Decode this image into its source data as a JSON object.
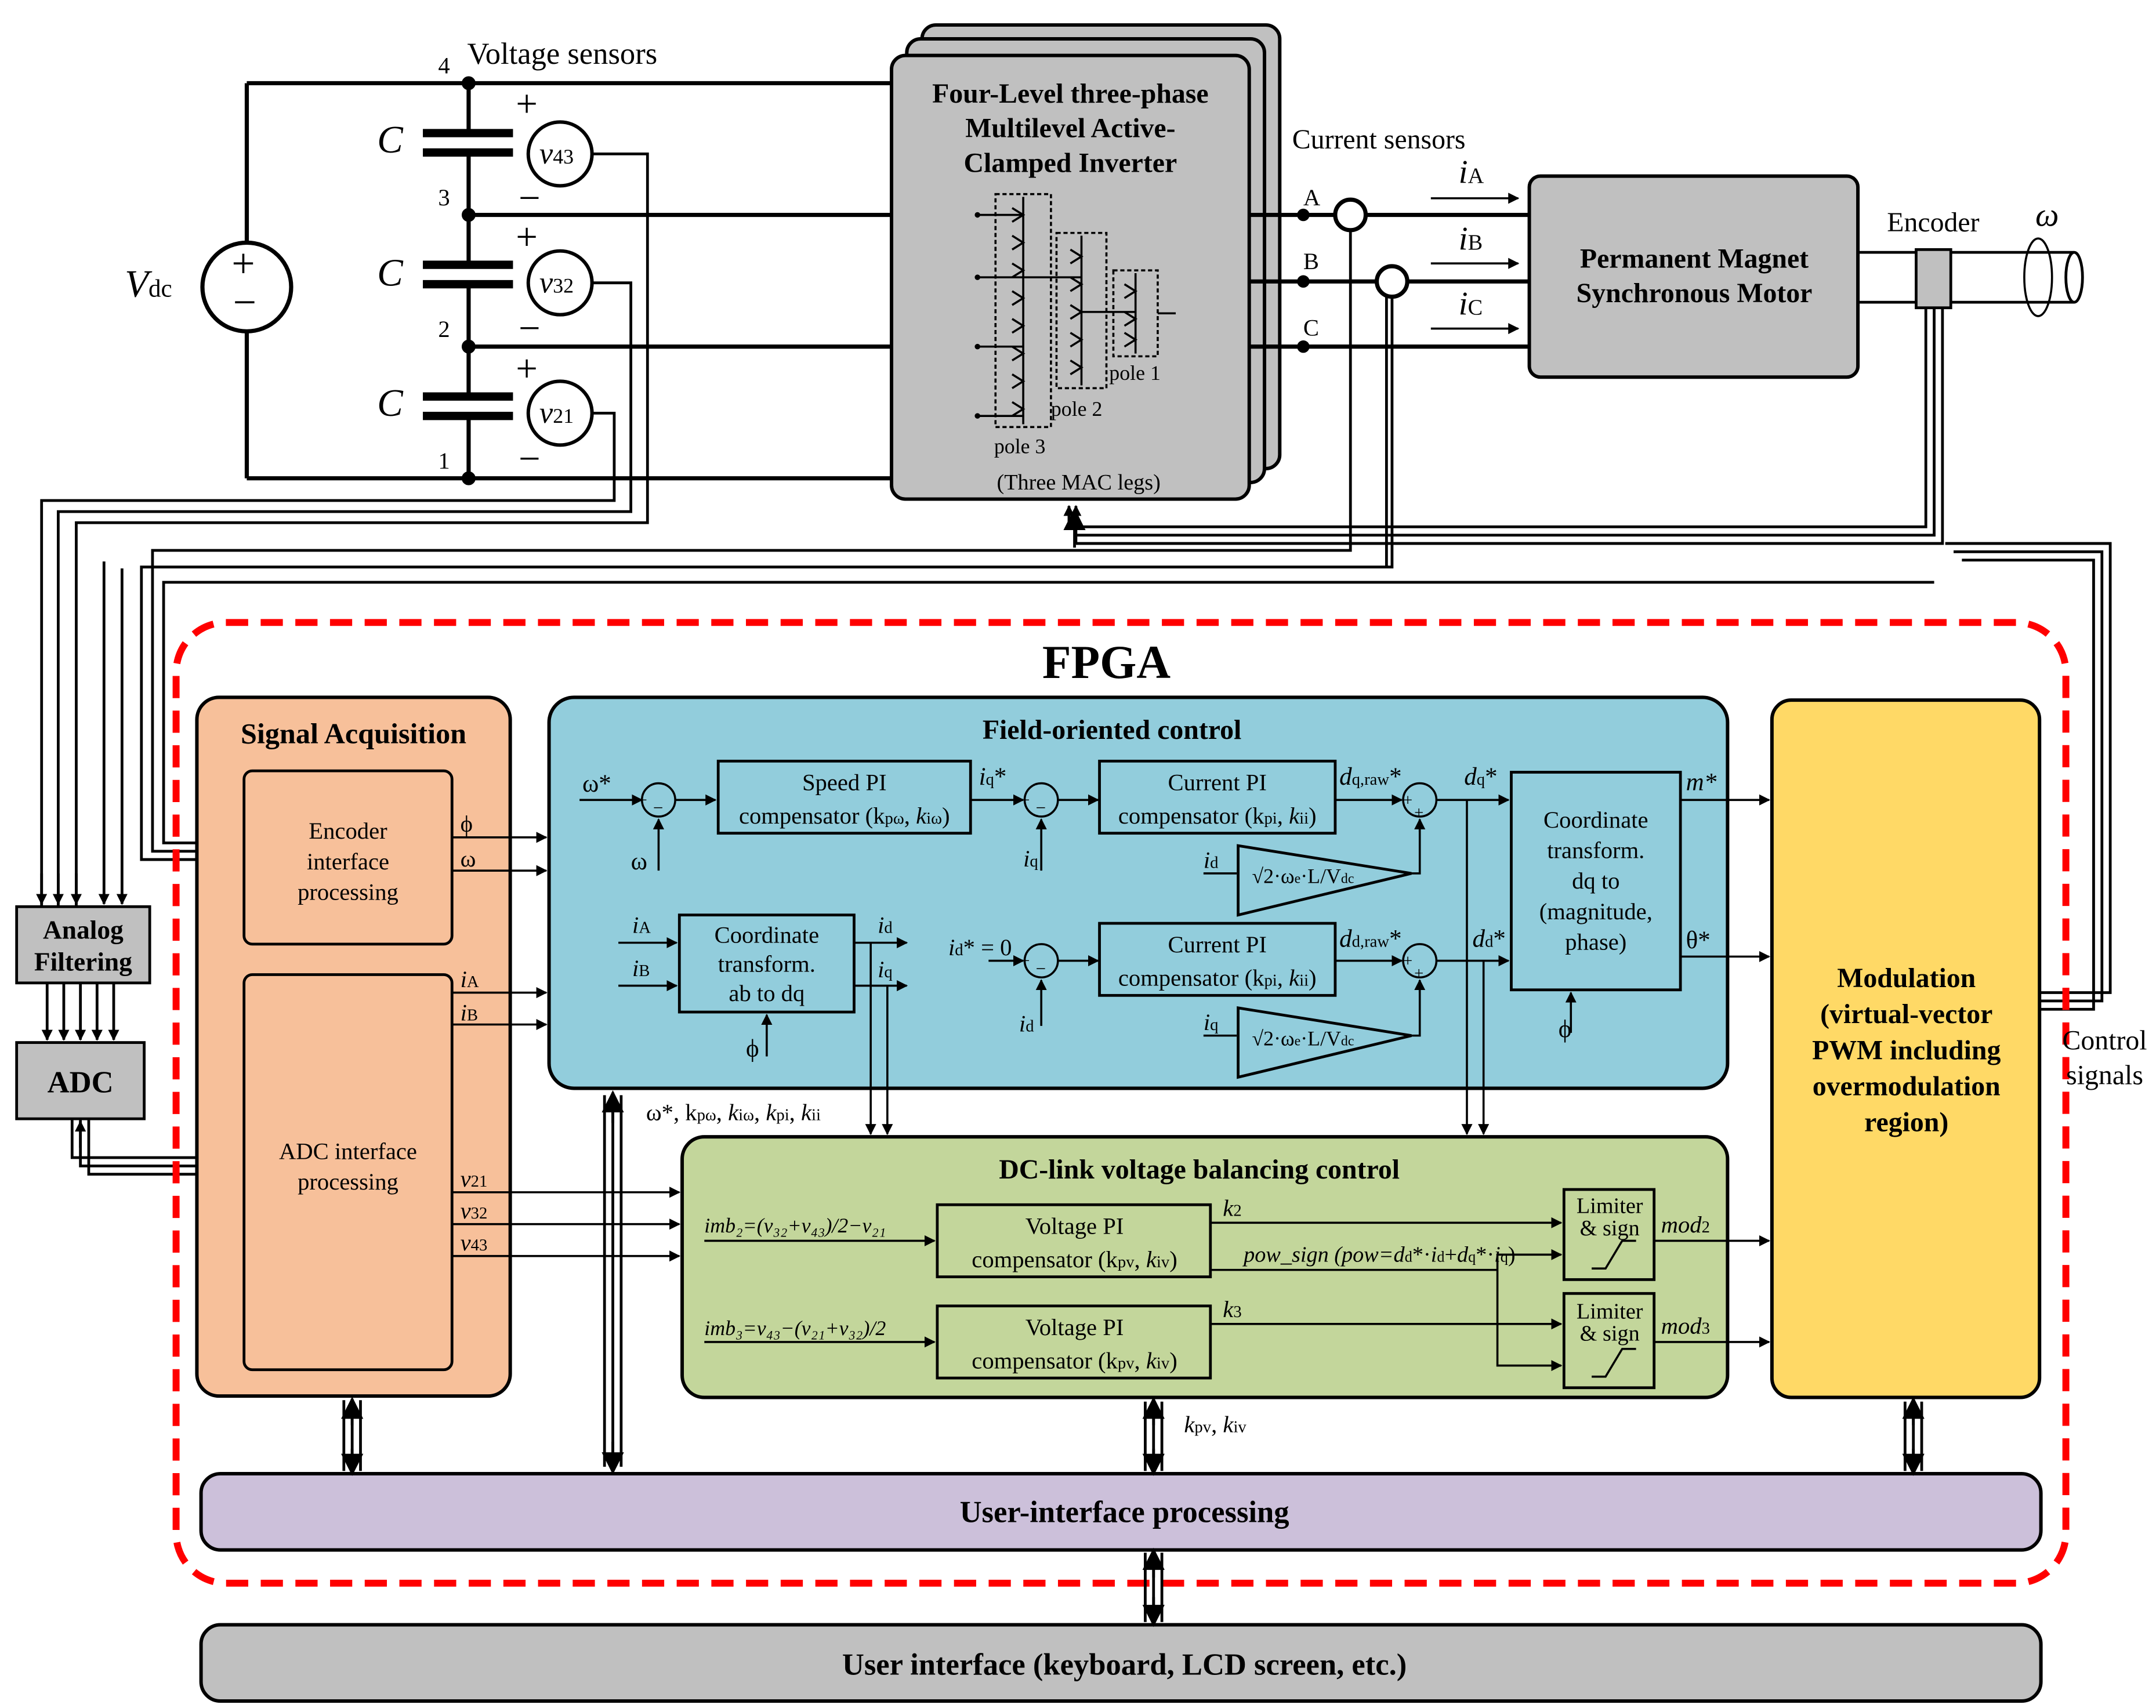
{
  "labels": {
    "voltage_sensors": "Voltage sensors",
    "current_sensors": "Current sensors",
    "encoder": "Encoder",
    "omega_symbol": "ω",
    "vdc_main": "V",
    "vdc_sub": "dc",
    "cap": "C",
    "node4": "4",
    "node3": "3",
    "node2": "2",
    "node1": "1",
    "plus": "+",
    "minus": "−",
    "phase_a": "A",
    "phase_b": "B",
    "phase_c": "C",
    "ia": "i",
    "ia_sub": "A",
    "ib": "i",
    "ib_sub": "B",
    "ic": "i",
    "ic_sub": "C",
    "control_signals_1": "Control",
    "control_signals_2": "signals"
  },
  "sensors": {
    "v43_main": "v",
    "v43_sub": "43",
    "v32_main": "v",
    "v32_sub": "32",
    "v21_main": "v",
    "v21_sub": "21"
  },
  "inverter": {
    "title_1": "Four-Level three-phase",
    "title_2": "Multilevel Active-",
    "title_3": "Clamped Inverter",
    "pole1": "pole 1",
    "pole2": "pole 2",
    "pole3": "pole 3",
    "legs": "(Three MAC legs)"
  },
  "motor": {
    "line1": "Permanent Magnet",
    "line2": "Synchronous Motor"
  },
  "analog_filtering": {
    "line1": "Analog",
    "line2": "Filtering"
  },
  "adc": "ADC",
  "fpga": "FPGA",
  "signal_acq": {
    "title": "Signal Acquisition",
    "encoder_1": "Encoder",
    "encoder_2": "interface",
    "encoder_3": "processing",
    "adc_1": "ADC interface",
    "adc_2": "processing",
    "phi": "ϕ",
    "omega": "ω",
    "ia": "i",
    "ia_sub": "A",
    "ib": "i",
    "ib_sub": "B",
    "v21": "v",
    "v21_sub": "21",
    "v32": "v",
    "v32_sub": "32",
    "v43": "v",
    "v43_sub": "43"
  },
  "foc": {
    "title": "Field-oriented control",
    "omega_ref": "ω*",
    "omega_fb": "ω",
    "speed_pi_1": "Speed PI",
    "speed_pi_2": "compensator (k",
    "kpw": "pω",
    "kiw": "iω",
    "iq_ref": "i",
    "iq_ref_sub": "q",
    "star": "*",
    "iq_fb": "i",
    "iq_fb_sub": "q",
    "cur_pi_1": "Current PI",
    "cur_pi_2": "compensator (k",
    "kpi": "pi",
    "kii": "ii",
    "dq_raw": "d",
    "dq_raw_sub": "q,raw",
    "dq": "d",
    "dq_sub": "q",
    "id_ff": "i",
    "id_ff_sub": "d",
    "ff_expr": "2·ω",
    "ff_expr_sub": "e",
    "ff_expr_2": "·L/V",
    "ff_expr_2_sub": "dc",
    "coord_ab_1": "Coordinate",
    "coord_ab_2": "transform.",
    "coord_ab_3": "ab to dq",
    "in_ia": "i",
    "in_ia_sub": "A",
    "in_ib": "i",
    "in_ib_sub": "B",
    "out_id": "i",
    "out_id_sub": "d",
    "out_iq": "i",
    "out_iq_sub": "q",
    "phi": "ϕ",
    "id_ref": "i",
    "id_ref_sub": "d",
    "id_ref_val": "* = 0",
    "id_fb": "i",
    "id_fb_sub": "d",
    "dd_raw": "d",
    "dd_raw_sub": "d,raw",
    "dd": "d",
    "dd_sub": "d",
    "iq_ff": "i",
    "iq_ff_sub": "q",
    "coord_dq_1": "Coordinate",
    "coord_dq_2": "transform.",
    "coord_dq_3": "dq to",
    "coord_dq_4": "(magnitude,",
    "coord_dq_5": "phase)",
    "m_ref": "m*",
    "theta_ref": "θ*"
  },
  "params_ui": "ω*, k",
  "dc_link": {
    "title": "DC-link voltage balancing control",
    "imb2": "imb₂=(v₃₂+v₄₃)/2−v₂₁",
    "imb3": "imb₃=v₄₃−(v₂₁+v₃₂)/2",
    "vpi_1": "Voltage PI",
    "vpi_2": "compensator (k",
    "kpv": "pv",
    "kiv": "iv",
    "k2": "k",
    "k2_sub": "2",
    "k3": "k",
    "k3_sub": "3",
    "pow_sign": "pow_sign (pow=d",
    "limiter_1": "Limiter",
    "limiter_2": "& sign",
    "mod2": "mod",
    "mod2_sub": "2",
    "mod3": "mod",
    "mod3_sub": "3"
  },
  "kpv_kiv": "k",
  "modulation": {
    "line1": "Modulation",
    "line2": "(virtual-vector",
    "line3": "PWM including",
    "line4": "overmodulation",
    "line5": "region)"
  },
  "ui_processing": "User-interface processing",
  "user_interface": "User interface (keyboard, LCD screen, etc.)",
  "colors": {
    "signal_acq": "#f7c09a",
    "foc": "#92cddc",
    "dc_link": "#c3d69b",
    "modulation": "#ffd966",
    "ui_processing": "#ccc0da",
    "grey_box": "#c0c0c0",
    "fpga_border": "#ff0000"
  }
}
